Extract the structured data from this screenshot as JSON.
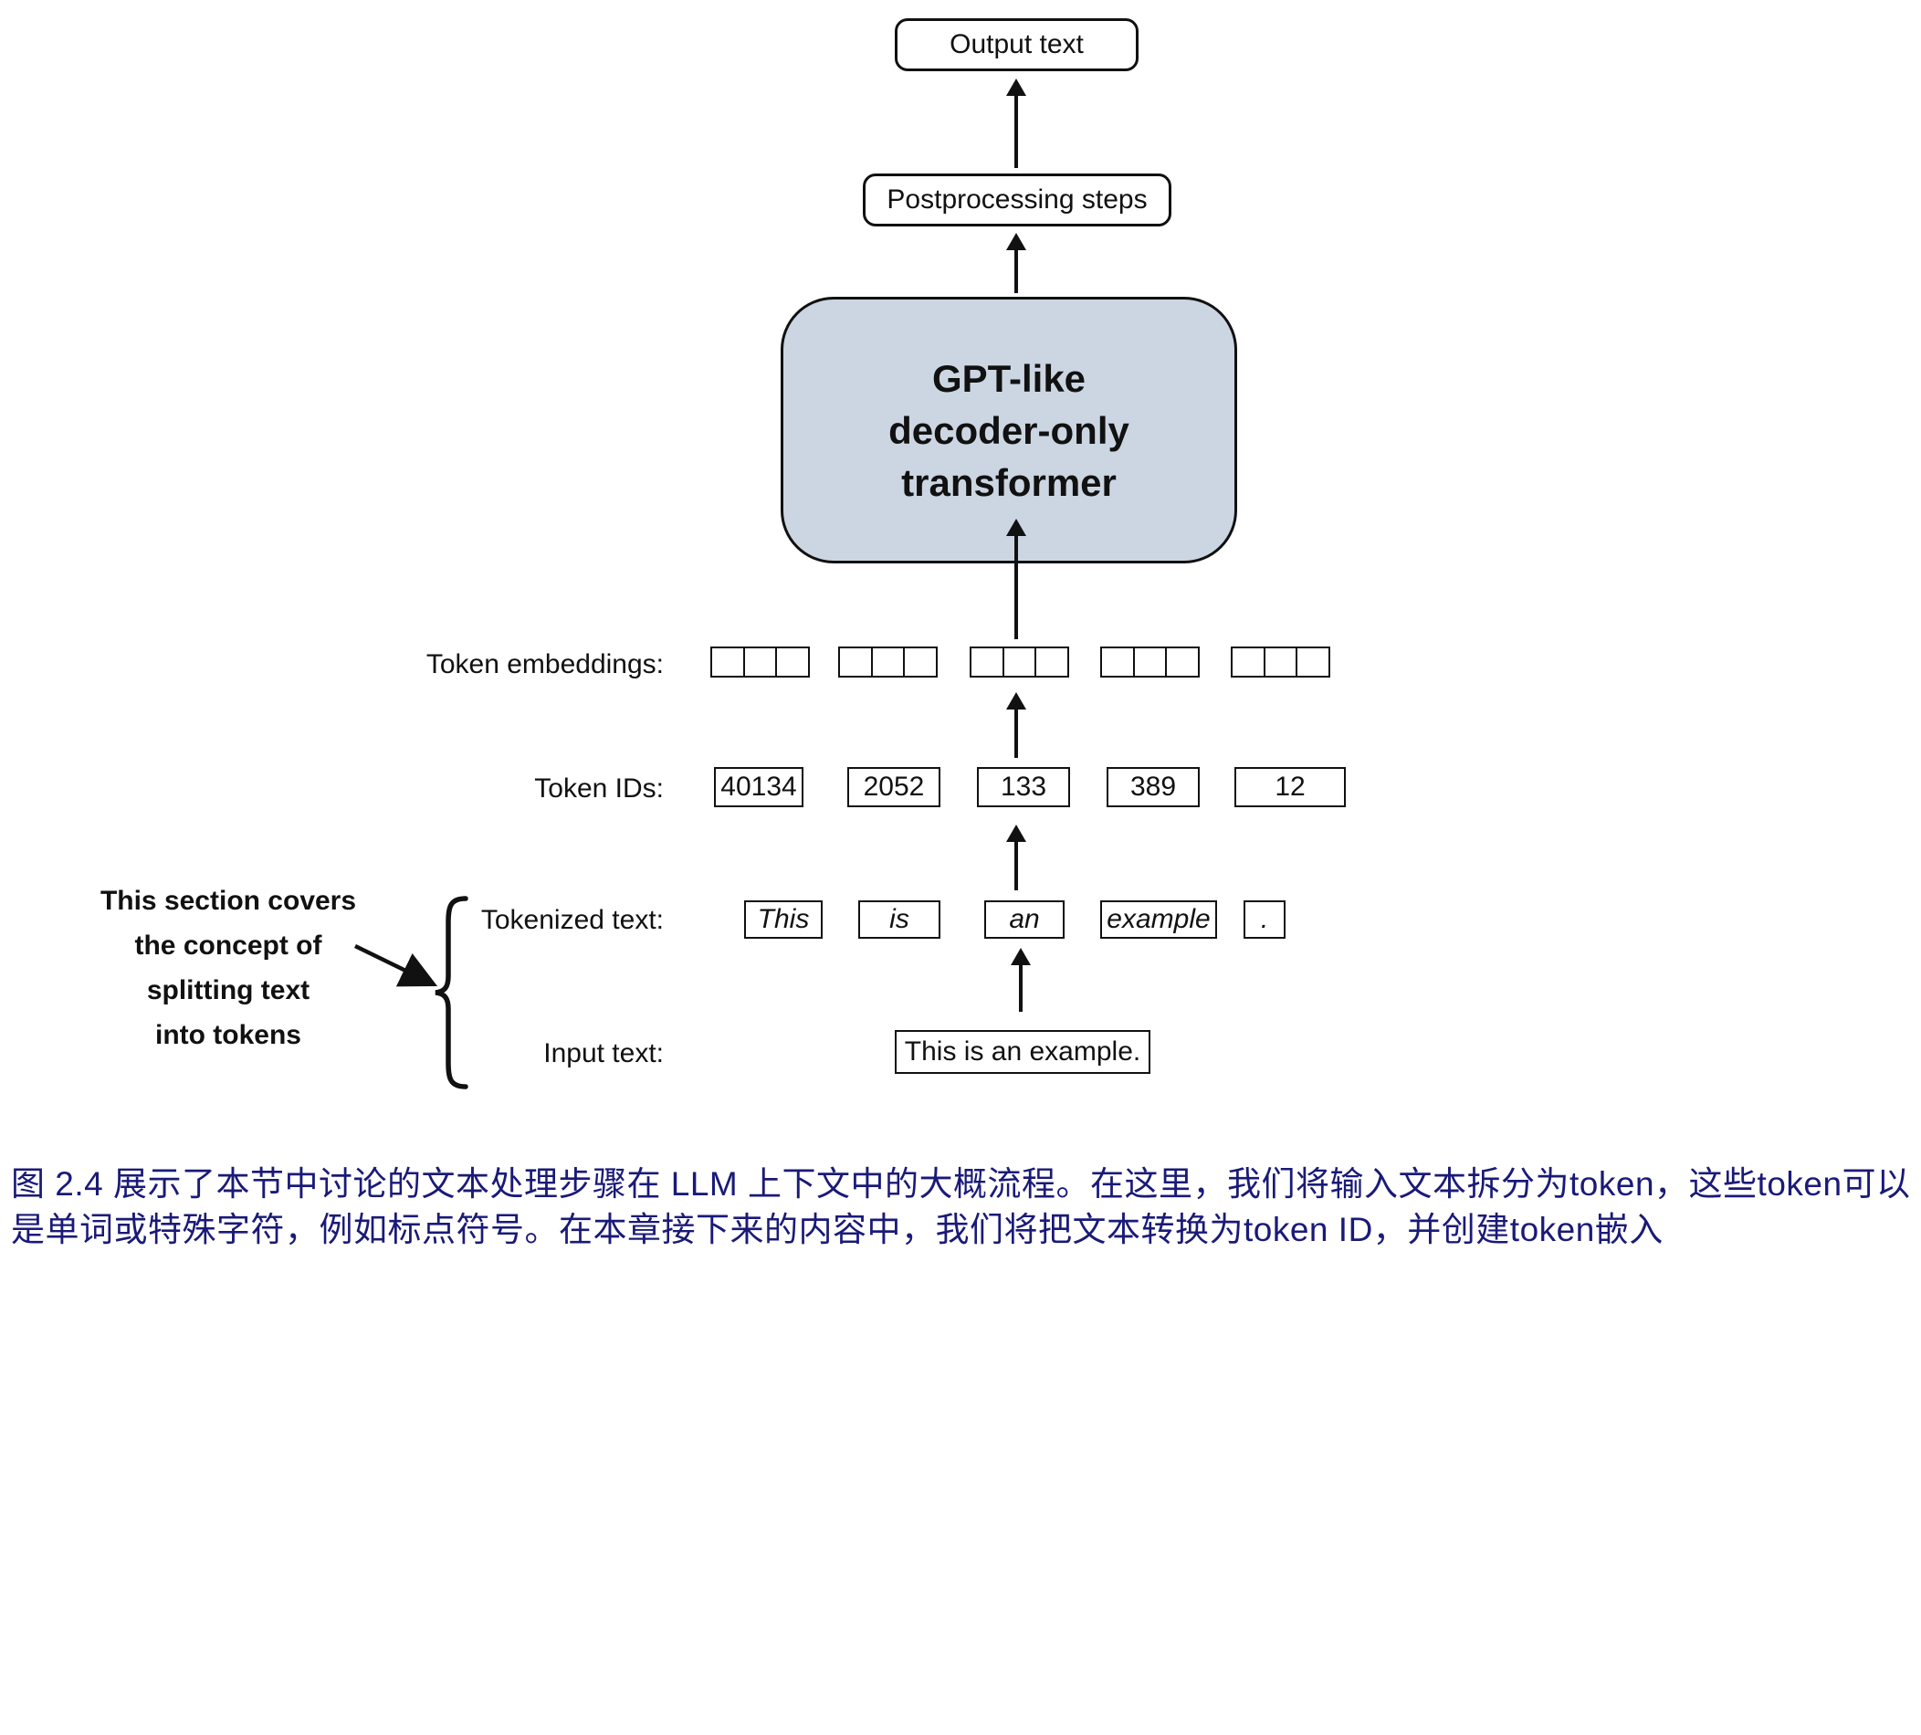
{
  "diagram": {
    "output_box": {
      "label": "Output text"
    },
    "postprocessing_box": {
      "label": "Postprocessing steps"
    },
    "transformer": {
      "lines": [
        "GPT-like",
        "decoder-only",
        "transformer"
      ]
    },
    "embeddings_row": {
      "label": "Token embeddings:",
      "groups": 5,
      "cells_per_group": 3
    },
    "token_ids_row": {
      "label": "Token IDs:",
      "values": [
        "40134",
        "2052",
        "133",
        "389",
        "12"
      ]
    },
    "tokenized_row": {
      "label": "Tokenized text:",
      "tokens": [
        "This",
        "is",
        "an",
        "example",
        "."
      ]
    },
    "input_row": {
      "label": "Input text:",
      "value": "This is an example."
    },
    "annotation": {
      "lines": [
        "This section covers",
        "the concept of",
        "splitting text",
        "into tokens"
      ]
    },
    "caption": "图 2.4 展示了本节中讨论的文本处理步骤在 LLM 上下文中的大概流程。在这里，我们将输入文本拆分为token，这些token可以是单词或特殊字符，例如标点符号。在本章接下来的内容中，我们将把文本转换为token ID，并创建token嵌入",
    "colors": {
      "transformer_fill": "#ccd6e2",
      "caption_color": "#1a1a78",
      "stroke": "#111111"
    }
  }
}
